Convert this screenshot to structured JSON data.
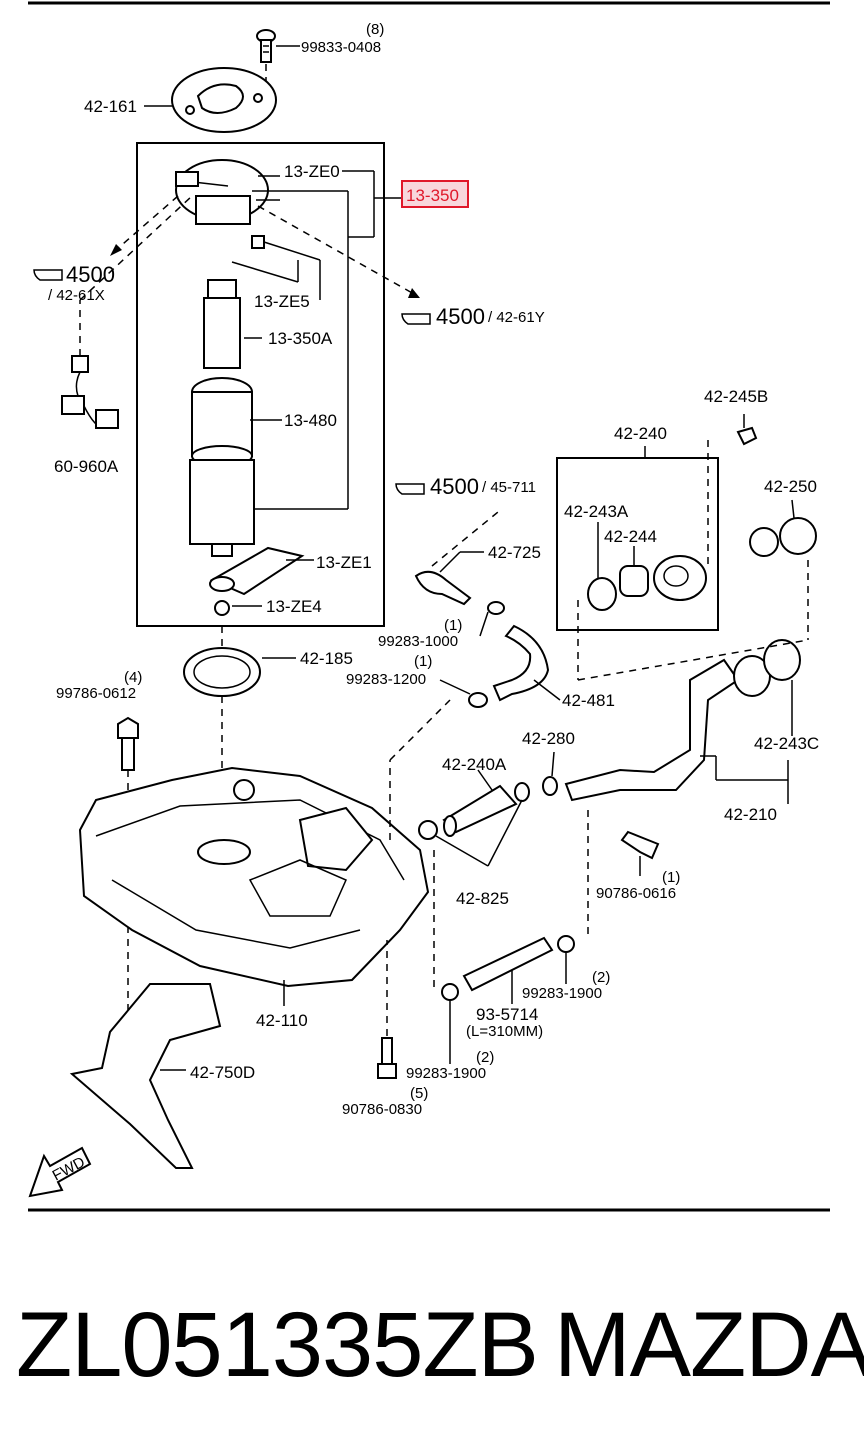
{
  "labels": {
    "screw_qty": "(8)",
    "screw_part": "99833-0408",
    "cover_plate": "42-161",
    "ze0": "13-ZE0",
    "fuel_pump_assy": "13-350",
    "ref_left_num": "4500",
    "ref_left_sub": "/ 42-61X",
    "ref_right_num": "4500",
    "ref_right_sub": "/ 42-61Y",
    "ze5": "13-ZE5",
    "pump": "13-350A",
    "filter": "13-480",
    "harness": "60-960A",
    "ze1": "13-ZE1",
    "ze4": "13-ZE4",
    "ring": "42-185",
    "bolt_qty_left": "(4)",
    "bolt_left": "99786-0612",
    "clip_245b": "42-245B",
    "filler_box": "42-240",
    "cap_250": "42-250",
    "ref_mid_num": "4500",
    "ref_mid_sub": "/ 45-711",
    "seal_243a": "42-243A",
    "gasket_244": "42-244",
    "valve_725": "42-725",
    "clamp_qty_1a": "(1)",
    "clamp_1000": "99283-1000",
    "clamp_qty_1b": "(1)",
    "clamp_1200": "99283-1200",
    "hose_481": "42-481",
    "part_280": "42-280",
    "hose_240a": "42-240A",
    "gasket_243c": "42-243C",
    "pipe_210": "42-210",
    "clamp_825": "42-825",
    "bolt_qty_right": "(1)",
    "bolt_0616": "90786-0616",
    "tank_110": "42-110",
    "clamp_qty_2a": "(2)",
    "clamp_1900a": "99283-1900",
    "hose_5714": "93-5714",
    "hose_length": "(L=310MM)",
    "guard_750d": "42-750D",
    "clamp_qty_2b": "(2)",
    "clamp_1900b": "99283-1900",
    "bolt_qty_5": "(5)",
    "bolt_0830": "90786-0830",
    "fwd": "FWD"
  },
  "part_number": "ZL051335ZB",
  "brand": "MAZDA",
  "colors": {
    "highlight_border": "#e0182a",
    "highlight_fill": "#f8d7dc"
  }
}
